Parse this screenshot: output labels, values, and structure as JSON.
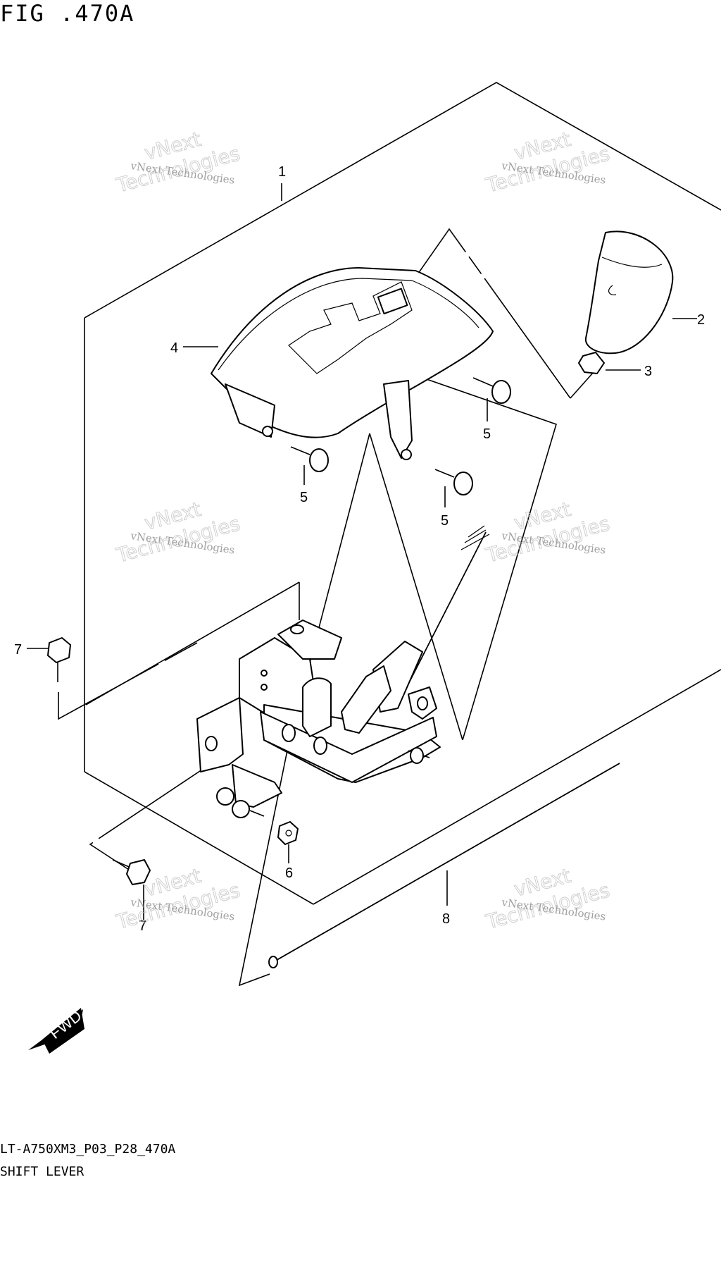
{
  "figure": {
    "title": "FIG .470A",
    "code": "LT-A750XM3_P03_P28_470A",
    "name": "SHIFT LEVER"
  },
  "callouts": [
    {
      "id": "c1",
      "label": "1"
    },
    {
      "id": "c2",
      "label": "2"
    },
    {
      "id": "c3",
      "label": "3"
    },
    {
      "id": "c4",
      "label": "4"
    },
    {
      "id": "c5a",
      "label": "5"
    },
    {
      "id": "c5b",
      "label": "5"
    },
    {
      "id": "c5c",
      "label": "5"
    },
    {
      "id": "c6",
      "label": "6"
    },
    {
      "id": "c7a",
      "label": "7"
    },
    {
      "id": "c7b",
      "label": "7"
    },
    {
      "id": "c8",
      "label": "8"
    }
  ],
  "watermark": {
    "small": "vNext Technologies",
    "big1": "vNext",
    "big2": "Technologies"
  },
  "fwd_label": "FWD"
}
